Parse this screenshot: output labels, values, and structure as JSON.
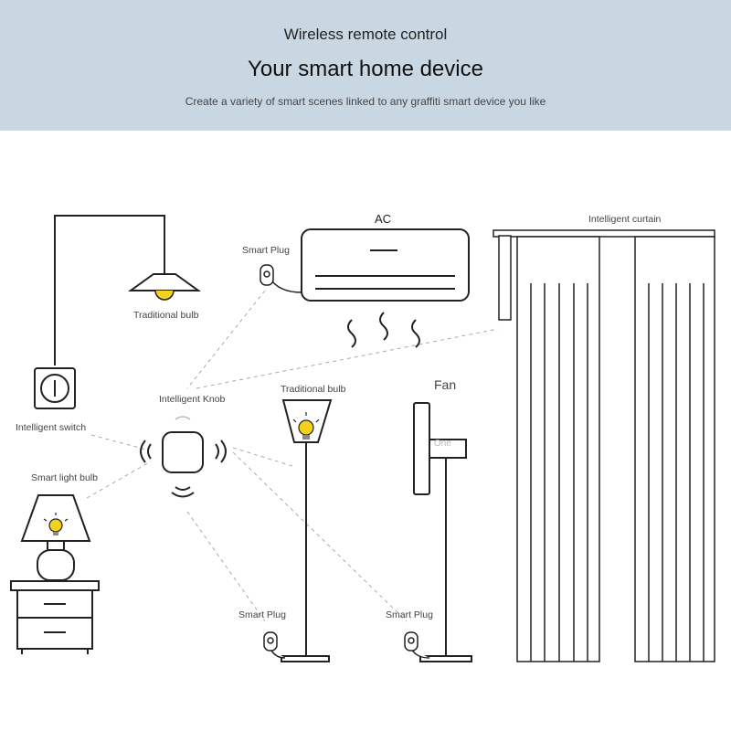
{
  "header": {
    "subtitle": "Wireless remote control",
    "title": "Your smart home device",
    "description": "Create a variety of smart scenes linked to any graffiti smart device you like"
  },
  "labels": {
    "ac": "AC",
    "curtain": "Intelligent curtain",
    "smart_plug_ac": "Smart Plug",
    "traditional_bulb_ceiling": "Traditional bulb",
    "intelligent_knob": "Intelligent Knob",
    "traditional_bulb_floor": "Traditional bulb",
    "fan": "Fan",
    "fan_panel": "One",
    "intelligent_switch": "Intelligent switch",
    "smart_light_bulb": "Smart light bulb",
    "smart_plug_lamp": "Smart Plug",
    "smart_plug_fan": "Smart Plug"
  },
  "colors": {
    "banner_bg": "#c9d7e3",
    "bulb_yellow": "#f2d21c",
    "line": "#222222"
  }
}
